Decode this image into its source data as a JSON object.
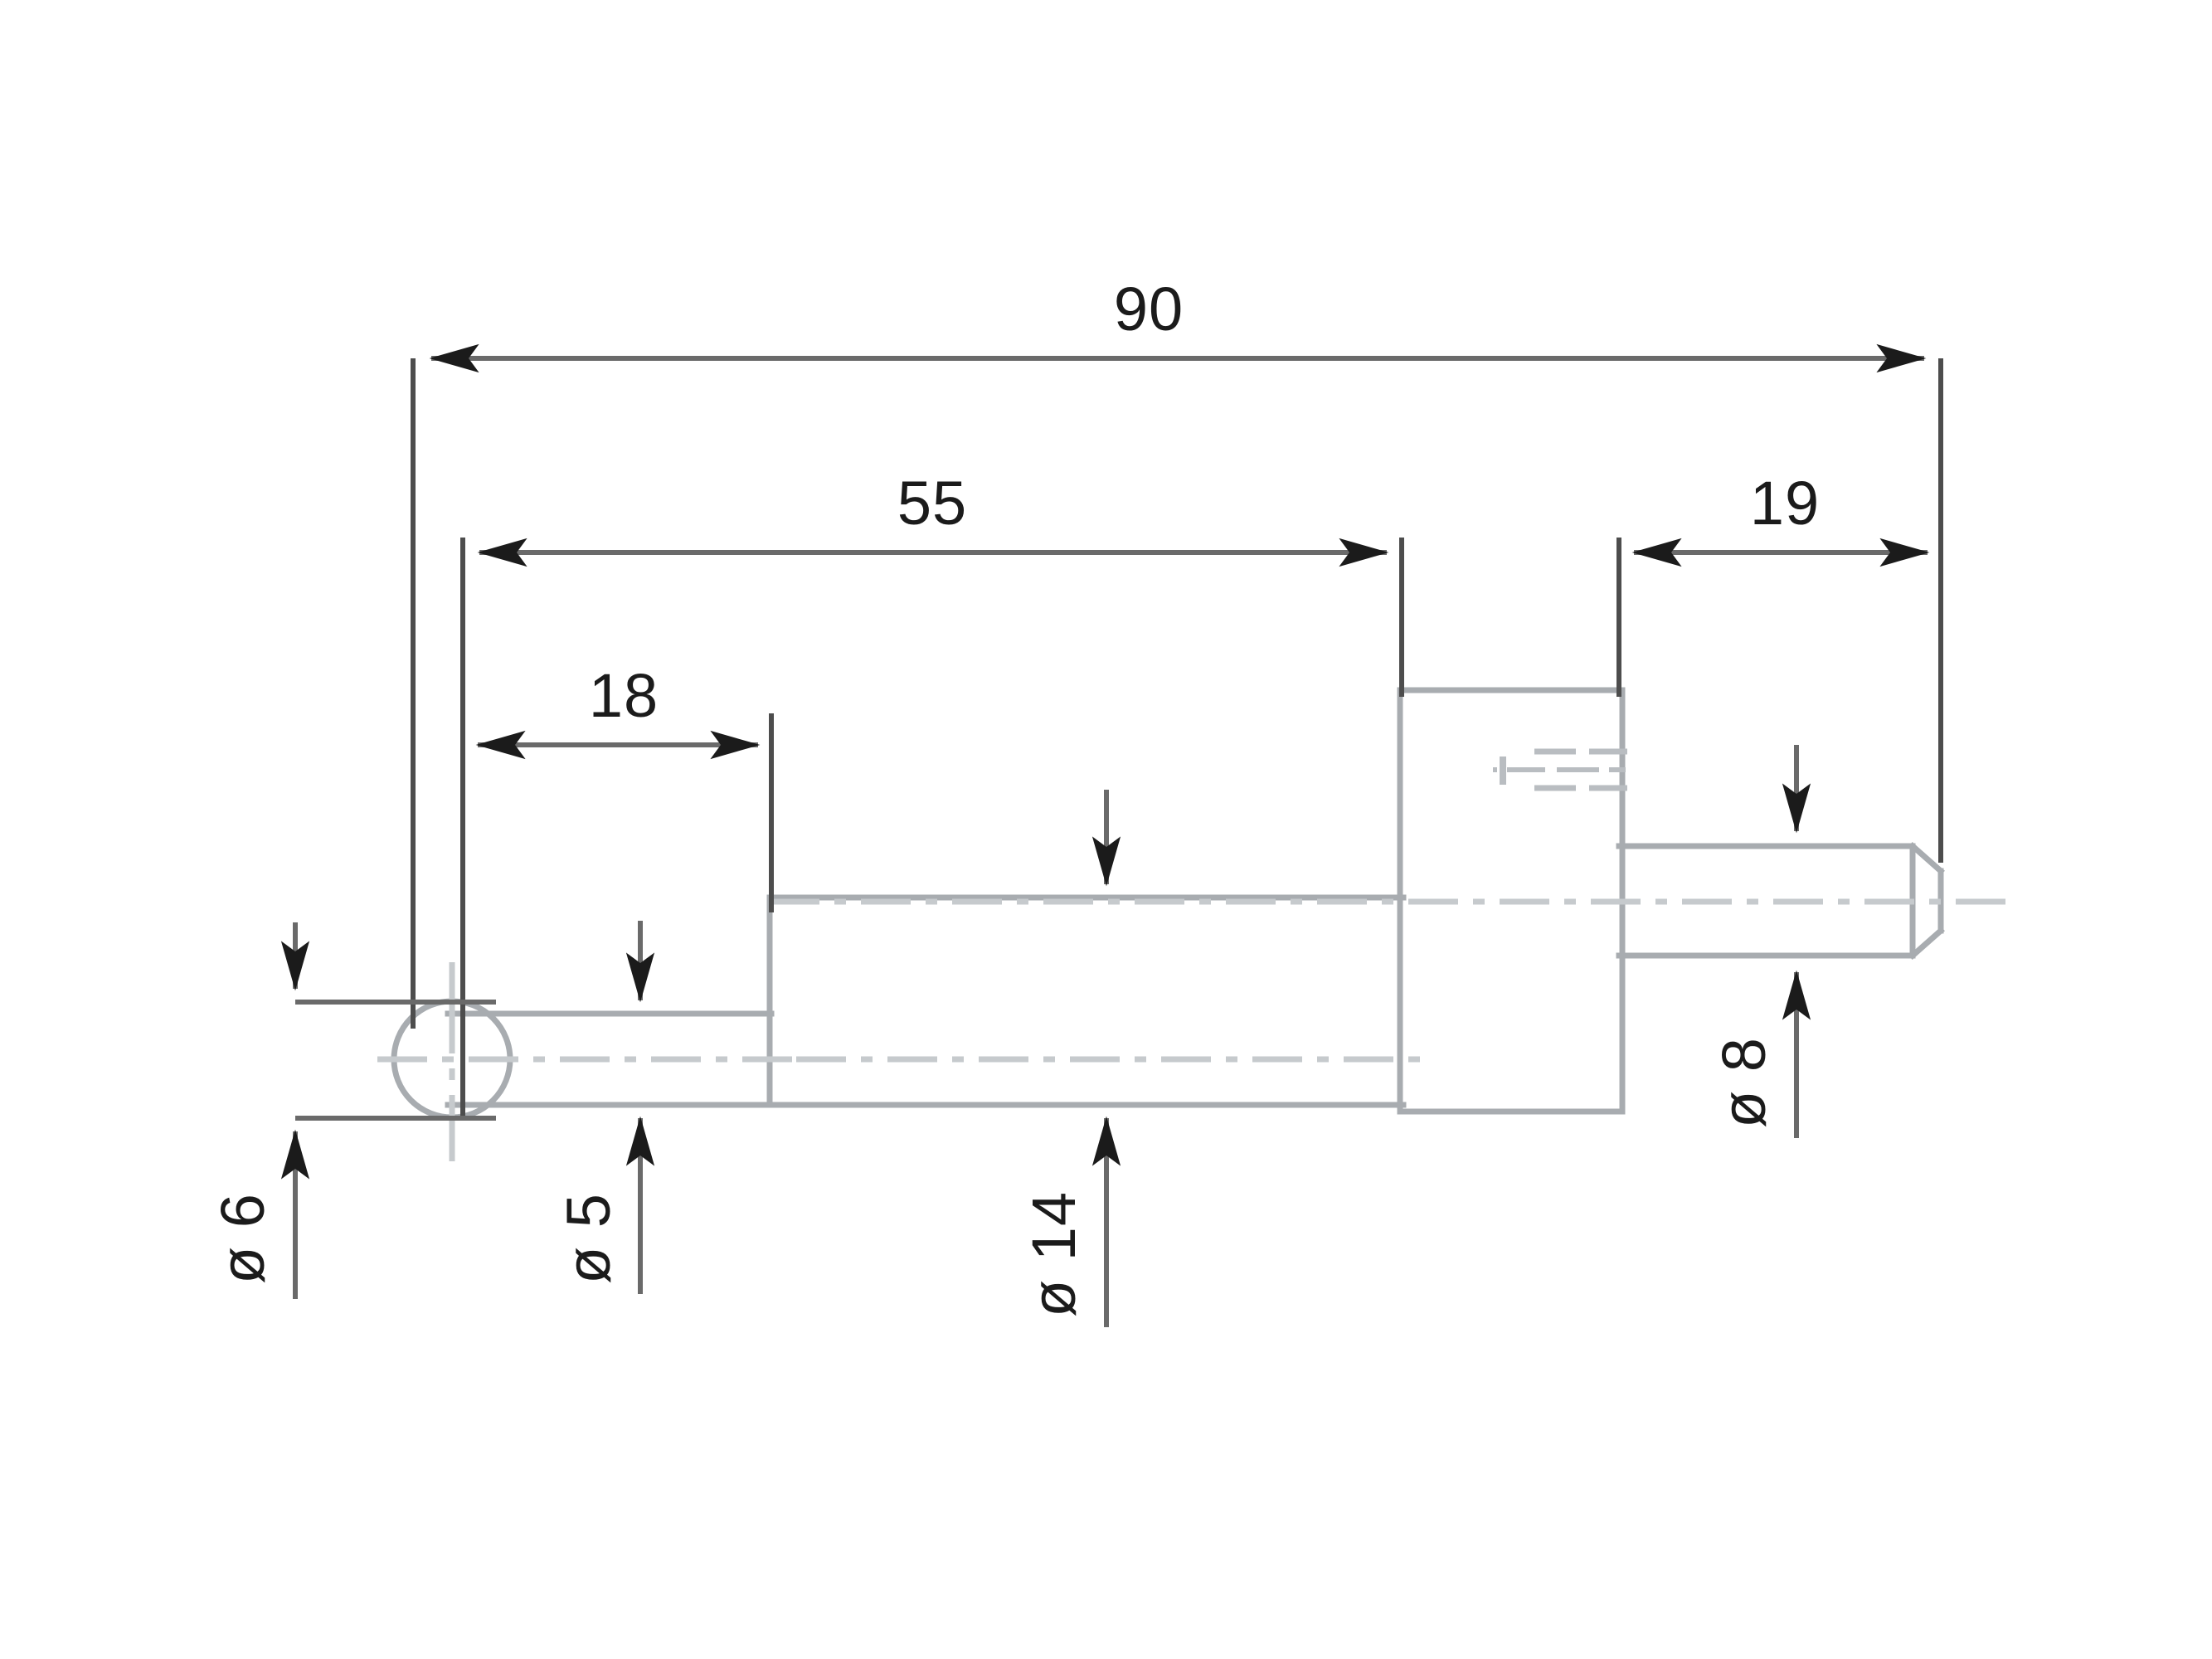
{
  "drawing": {
    "type": "mechanical-part-2d-orthographic-view",
    "background_color": "#ffffff",
    "part_line_color": "#a8acb0",
    "dimension_line_color": "#4d4d4d",
    "dimension_text_color": "#1b1b1b",
    "centerline_color": "#c2c6ca",
    "units_implied": "mm",
    "diameter_symbol": "ø"
  },
  "linear_dimensions": [
    {
      "id": "overall-length",
      "label": "90",
      "value": 90,
      "orientation": "horizontal",
      "position": "top",
      "arrows": "outward-both-ends"
    },
    {
      "id": "length-to-flange",
      "label": "55",
      "value": 55,
      "orientation": "horizontal",
      "position": "upper-middle",
      "arrows": "outward-both-ends"
    },
    {
      "id": "length-small-shaft",
      "label": "18",
      "value": 18,
      "orientation": "horizontal",
      "position": "middle",
      "arrows": "outward-both-ends"
    },
    {
      "id": "length-right-shaft",
      "label": "19",
      "value": 19,
      "orientation": "horizontal",
      "position": "upper-right",
      "arrows": "outward-both-ends"
    }
  ],
  "diameter_dimensions": [
    {
      "id": "ball-end-diameter",
      "label": "ø 6",
      "symbol": "ø",
      "value": 6,
      "orientation": "vertical",
      "text_rotation_deg": -90,
      "location": "far-left"
    },
    {
      "id": "small-shaft-diameter",
      "label": "ø 5",
      "symbol": "ø",
      "value": 5,
      "orientation": "vertical",
      "text_rotation_deg": -90,
      "location": "left"
    },
    {
      "id": "main-body-diameter",
      "label": "ø 14",
      "symbol": "ø",
      "value": 14,
      "orientation": "vertical",
      "text_rotation_deg": -90,
      "location": "center"
    },
    {
      "id": "right-shaft-diameter",
      "label": "ø 8",
      "symbol": "ø",
      "value": 8,
      "orientation": "vertical",
      "text_rotation_deg": -90,
      "location": "right"
    }
  ],
  "part_features": [
    {
      "id": "ball-end",
      "shape": "circle",
      "description": "spherical / rounded left end"
    },
    {
      "id": "small-shaft",
      "shape": "cylinder",
      "diameter": 5,
      "length": 18
    },
    {
      "id": "main-body",
      "shape": "cylinder",
      "diameter": 14
    },
    {
      "id": "flange",
      "shape": "rectangle",
      "description": "raised collar with hidden center mark"
    },
    {
      "id": "right-shaft",
      "shape": "cylinder",
      "diameter": 8,
      "length": 19,
      "end": "chamfered"
    }
  ]
}
